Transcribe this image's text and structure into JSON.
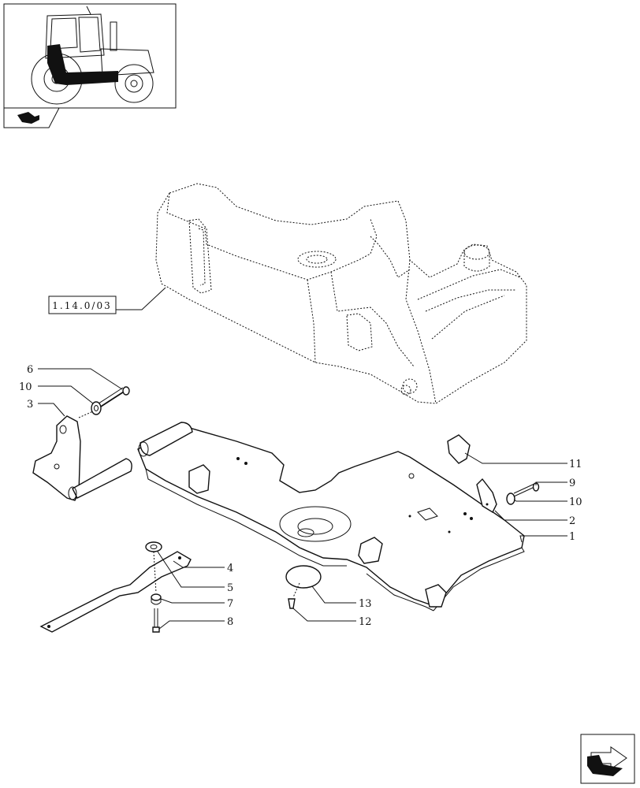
{
  "thumbnail": {
    "icon": "tractor-thumbnail-icon"
  },
  "nav": {
    "back_icon": "book-arrow-icon",
    "next_icon": "next-page-arrow-icon"
  },
  "reference_box": {
    "text": "1.14.0/03"
  },
  "callouts": {
    "c1": "1",
    "c2": "2",
    "c3": "3",
    "c4": "4",
    "c5": "5",
    "c6": "6",
    "c7": "7",
    "c8": "8",
    "c9": "9",
    "c10a": "10",
    "c10b": "10",
    "c11": "11",
    "c12": "12",
    "c13": "13"
  }
}
